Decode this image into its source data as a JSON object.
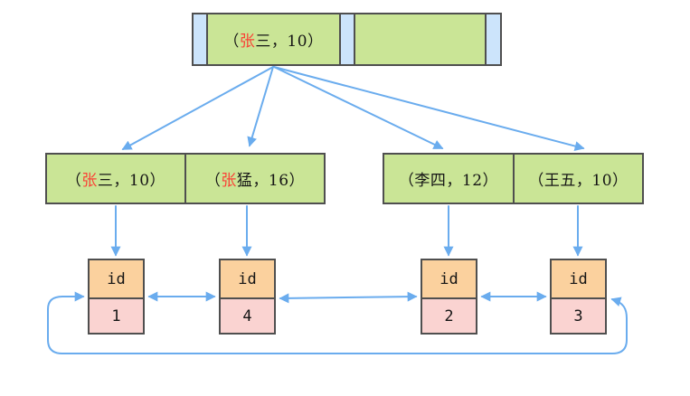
{
  "colors": {
    "node_green": "#cae596",
    "pointer_blue": "#cce4fb",
    "record_header_orange": "#fbd19e",
    "record_value_pink": "#fad3d1",
    "arrow_blue": "#6aacee",
    "border_gray": "#4f4f4f",
    "key_red": "#fa4236"
  },
  "root_node": {
    "key1": {
      "pre": "（",
      "red": "张",
      "post": "三，10）"
    },
    "key2": {
      "pre": "",
      "red": "",
      "post": ""
    }
  },
  "leaf_nodes": {
    "left": {
      "cell1": {
        "pre": "（",
        "red": "张",
        "post": "三，10）"
      },
      "cell2": {
        "pre": "（",
        "red": "张",
        "post": "猛，16）"
      }
    },
    "right": {
      "cell1": {
        "pre": "",
        "red": "",
        "post": "（李四，12）"
      },
      "cell2": {
        "pre": "",
        "red": "",
        "post": "（王五，10）"
      }
    }
  },
  "records": [
    {
      "header": "id",
      "value": "1"
    },
    {
      "header": "id",
      "value": "4"
    },
    {
      "header": "id",
      "value": "2"
    },
    {
      "header": "id",
      "value": "3"
    }
  ]
}
